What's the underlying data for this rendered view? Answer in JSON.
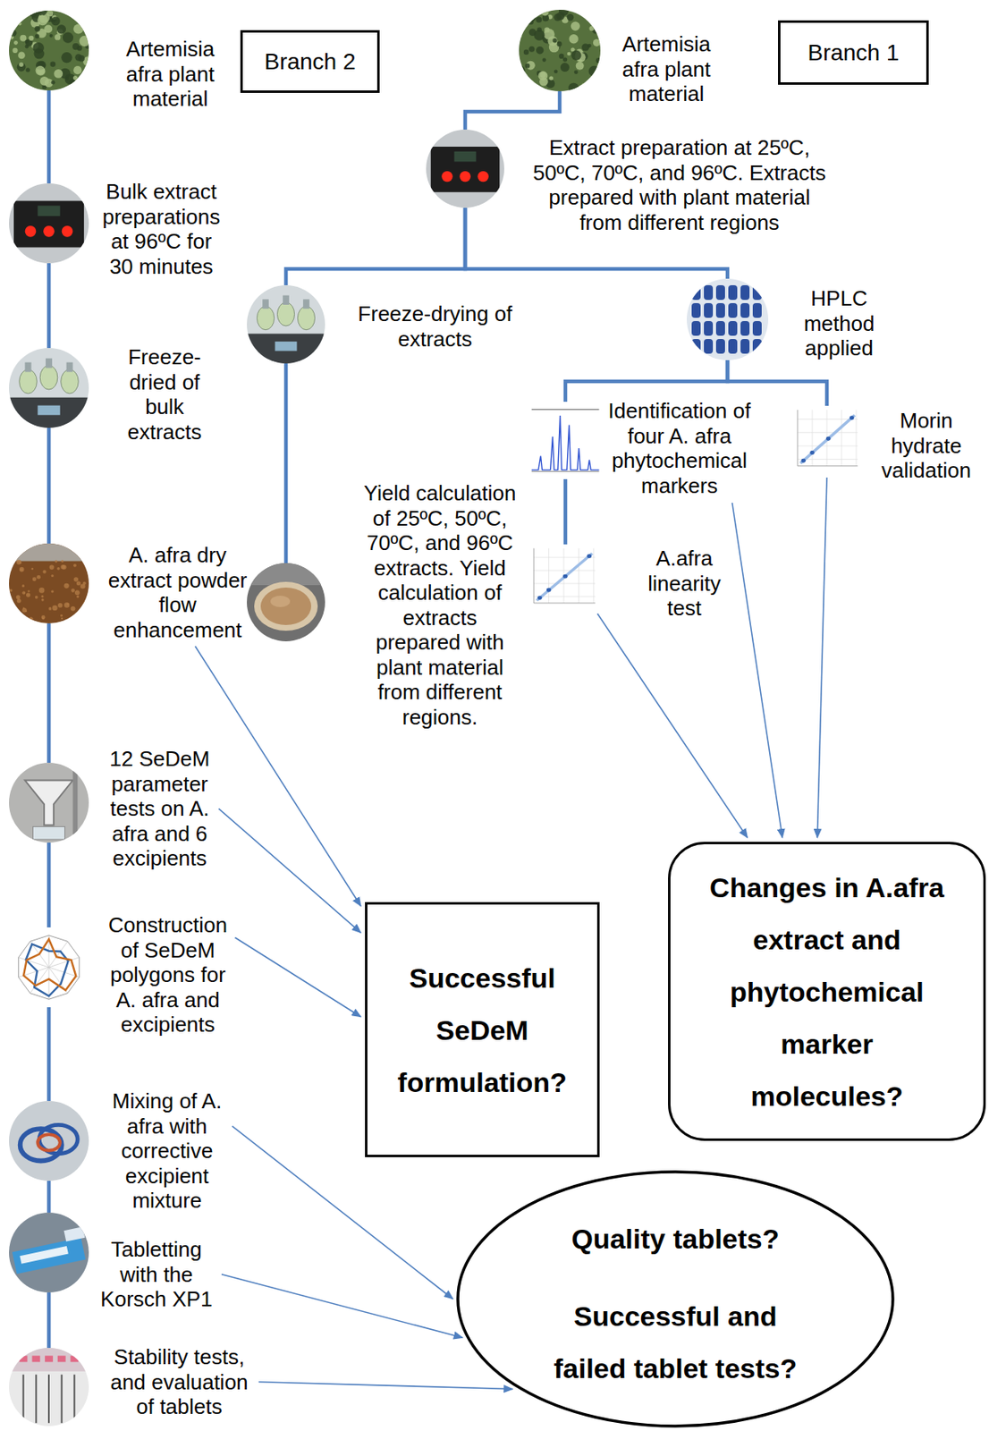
{
  "diagram": {
    "nodes": [
      {
        "text": [
          "Artemisia afra plant material"
        ]
      },
      {
        "text": [
          "Branch 2"
        ]
      },
      {
        "text": [
          "Artemisia afra plant material"
        ]
      },
      {
        "text": [
          "Branch 1"
        ]
      },
      {
        "text": [
          "Bulk extract preparations at 96ºC for 30 minutes"
        ]
      },
      {
        "text": [
          "Extract preparation at 25ºC, 50ºC, 70ºC, and 96ºC. Extracts prepared with plant material from different regions"
        ]
      },
      {
        "text": [
          "Freeze-dried of bulk extracts"
        ]
      },
      {
        "text": [
          "Freeze-drying of extracts"
        ]
      },
      {
        "text": [
          "HPLC method applied"
        ]
      },
      {
        "text": [
          "Identification of four A. afra phytochemical markers"
        ]
      },
      {
        "text": [
          "Morin hydrate validation"
        ]
      },
      {
        "text": [
          "A. afra dry extract powder flow enhancement"
        ]
      },
      {
        "text": [
          "Yield calculation of 25ºC, 50ºC, 70ºC, and 96ºC extracts. Yield calculation of extracts prepared with plant material from different regions.",
          "A.afra linearity test"
        ]
      },
      {
        "text": [
          "12 SeDeM parameter tests on A. afra and 6 excipients"
        ]
      },
      {
        "text": [
          "Construction of SeDeM polygons for A. afra and excipients"
        ]
      },
      {
        "text": [
          "Successful SeDeM formulation?"
        ]
      },
      {
        "text": [
          "Changes in A.afra extract and phytochemical marker molecules?"
        ]
      },
      {
        "text": [
          "Mixing of A. afra with corrective excipient mixture"
        ]
      },
      {
        "text": [
          "Tabletting with the Korsch XP1"
        ]
      },
      {
        "text": [
          "Stability tests, and evaluation of tablets"
        ]
      },
      {
        "text": [
          "Quality tablets?",
          "Successful and failed tablet tests?"
        ]
      }
    ],
    "edges": [
      {
        "from": 0,
        "to": 4,
        "arrow": "none"
      },
      {
        "from": 4,
        "to": 6,
        "arrow": "none"
      },
      {
        "from": 6,
        "to": 11,
        "arrow": "none"
      },
      {
        "from": 11,
        "to": 13,
        "arrow": "none"
      },
      {
        "from": 13,
        "to": 14,
        "arrow": "none"
      },
      {
        "from": 14,
        "to": 17,
        "arrow": "none"
      },
      {
        "from": 17,
        "to": 18,
        "arrow": "none"
      },
      {
        "from": 18,
        "to": 19,
        "arrow": "none"
      },
      {
        "from": 2,
        "to": 5,
        "arrow": "none"
      },
      {
        "from": 5,
        "to": 7,
        "arrow": "none"
      },
      {
        "from": 5,
        "to": 8,
        "arrow": "none"
      },
      {
        "from": 8,
        "to": 9,
        "arrow": "none"
      },
      {
        "from": 8,
        "to": 10,
        "arrow": "none"
      },
      {
        "from": 9,
        "to": 12,
        "arrow": "none"
      },
      {
        "from": 11,
        "to": 15,
        "arrow": "to"
      },
      {
        "from": 13,
        "to": 15,
        "arrow": "to"
      },
      {
        "from": 14,
        "to": 15,
        "arrow": "to"
      },
      {
        "from": 17,
        "to": 20,
        "arrow": "to"
      },
      {
        "from": 18,
        "to": 20,
        "arrow": "to"
      },
      {
        "from": 19,
        "to": 20,
        "arrow": "to"
      },
      {
        "from": 12,
        "to": 16,
        "arrow": "to"
      },
      {
        "from": 9,
        "to": 16,
        "arrow": "to"
      },
      {
        "from": 10,
        "to": 16,
        "arrow": "to"
      }
    ]
  }
}
